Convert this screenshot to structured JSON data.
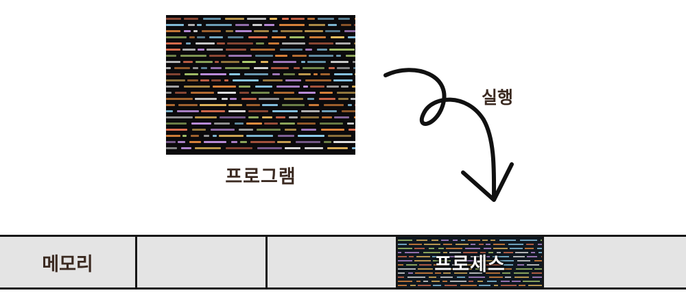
{
  "program": {
    "label": "프로그램"
  },
  "execution": {
    "label": "실행"
  },
  "memory": {
    "label": "메모리",
    "process_label": "프로세스"
  },
  "colors": {
    "text": "#3b2a21",
    "memory_bg": "#e4e4e4",
    "border": "#161616",
    "code_bg": "#0b0a0c"
  },
  "icons": {
    "arrow": "curly-down-arrow-icon",
    "code": "source-code-image"
  }
}
